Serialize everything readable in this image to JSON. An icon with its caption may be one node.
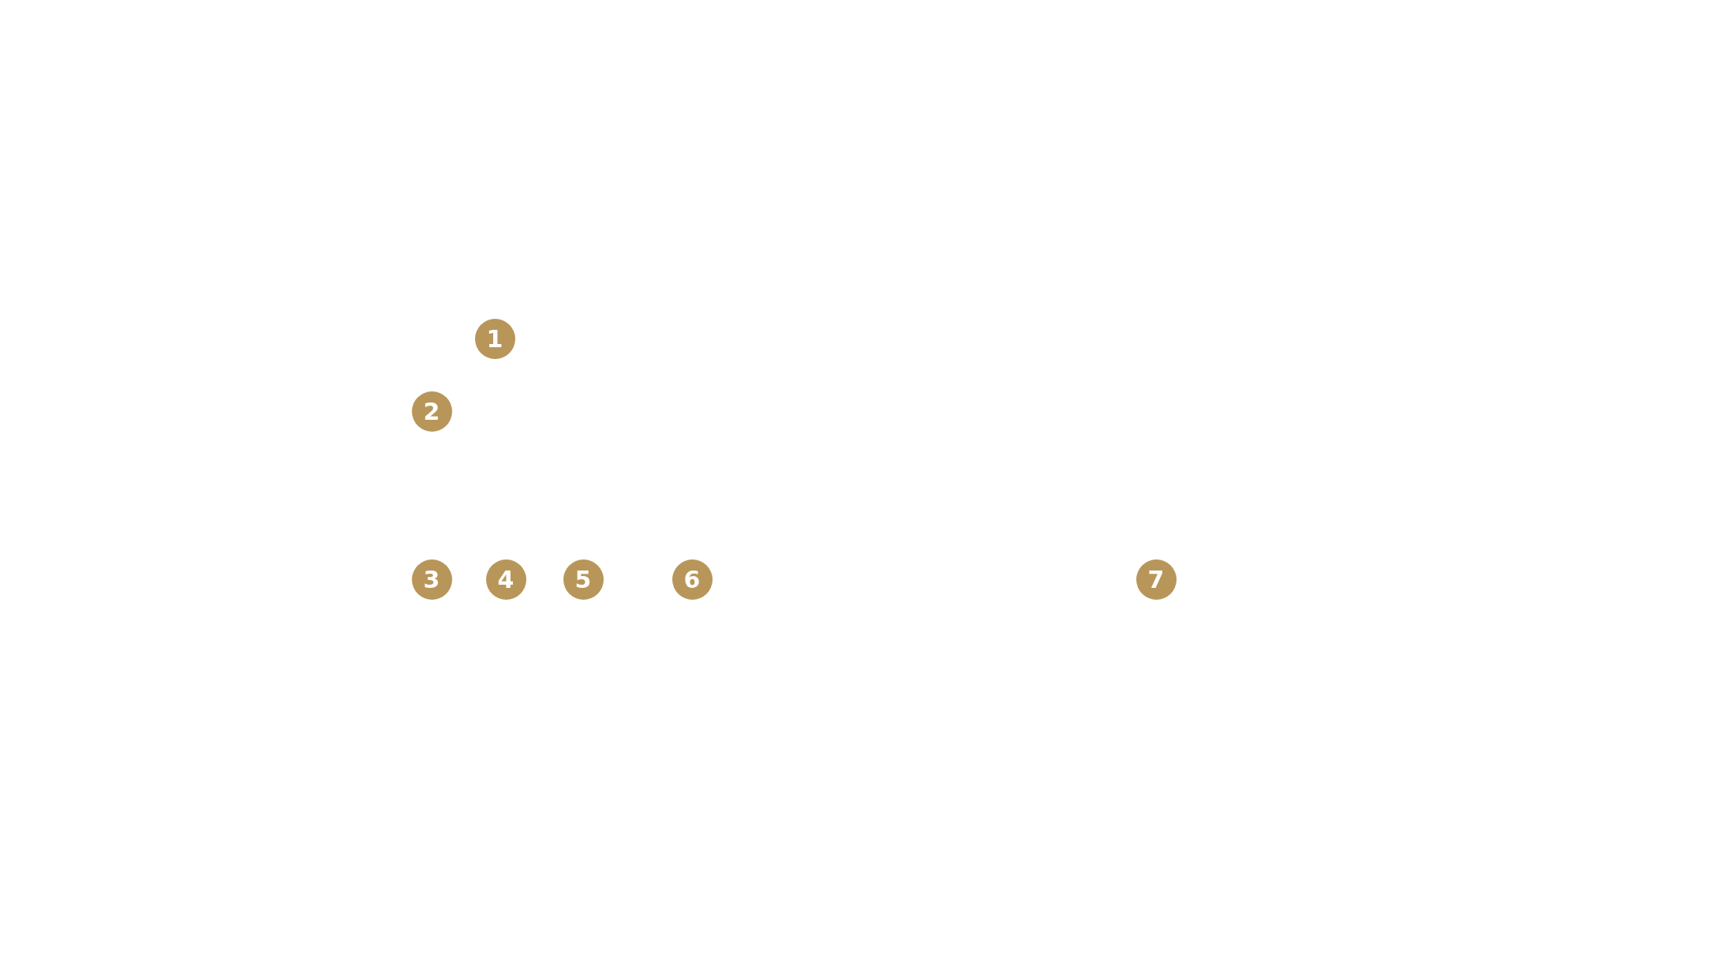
{
  "diagram": {
    "labels": [
      "1",
      "2",
      "3",
      "4",
      "5",
      "6",
      "7"
    ]
  }
}
